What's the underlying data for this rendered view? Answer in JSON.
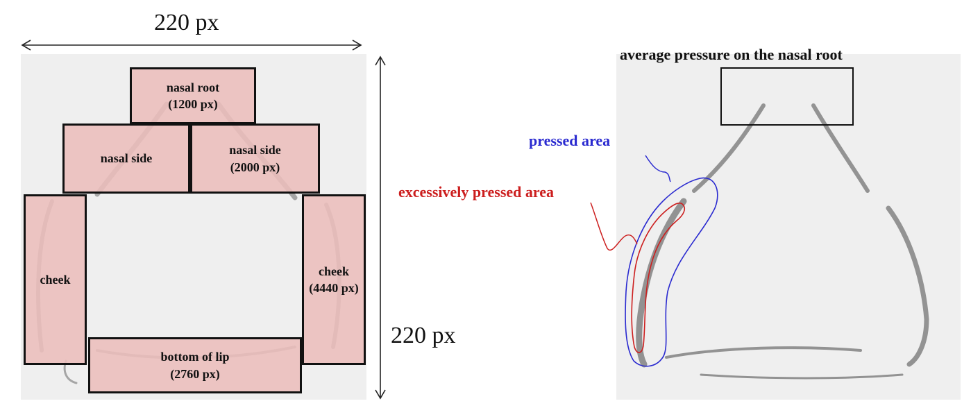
{
  "left_figure": {
    "width_label": "220 px",
    "height_label": "220 px",
    "regions": {
      "nasal_root": "nasal root\n(1200 px)",
      "nasal_side_left": "nasal side",
      "nasal_side_right": "nasal side\n(2000 px)",
      "cheek_left": "cheek",
      "cheek_right": "cheek\n(4440 px)",
      "bottom_of_lip": "bottom of lip\n(2760 px)"
    },
    "region_fill_color": "#ecbebc"
  },
  "right_figure": {
    "title": "average pressure on the nasal root",
    "pressed_area_label": "pressed area",
    "excessively_pressed_label": "excessively  pressed area",
    "pressed_color": "#2a2ad0",
    "excessive_color": "#cc1e1e"
  }
}
